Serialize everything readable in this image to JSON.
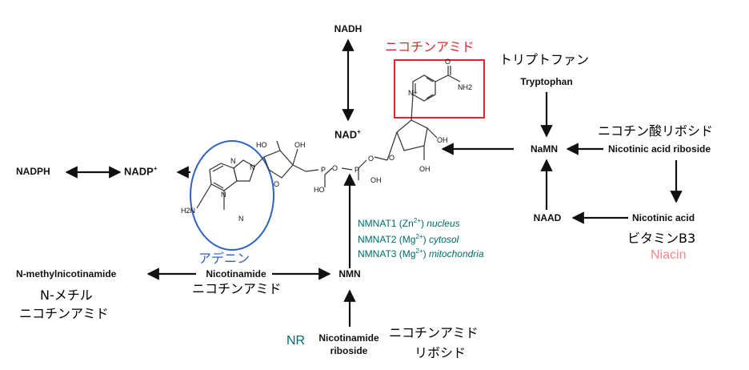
{
  "labels": {
    "nadh": "NADH",
    "nad": "NAD",
    "nad_sup": "+",
    "nadph": "NADPH",
    "nadp": "NADP",
    "nadp_sup": "+",
    "nicotinamide_jp_red": "ニコチンアミド",
    "tryptophan_jp": "トリプトファン",
    "tryptophan_en": "Tryptophan",
    "namn": "NaMN",
    "nar_jp": "ニコチン酸リボシド",
    "nar_en": "Nicotinic acid riboside",
    "naad": "NAAD",
    "nicotinic_acid_en": "Nicotinic acid",
    "vitamin_b3_jp": "ビタミンB3",
    "niacin": "Niacin",
    "adenine_jp": "アデニン",
    "n_methyl_en": "N-methylnicotinamide",
    "n_methyl_jp_1": "N-メチル",
    "n_methyl_jp_2": "ニコチンアミド",
    "nicotinamide_en": "Nicotinamide",
    "nicotinamide_jp": "ニコチンアミド",
    "nmn": "NMN",
    "nr": "NR",
    "nr_en_1": "Nicotinamide",
    "nr_en_2": "riboside",
    "nr_jp_1": "ニコチンアミド",
    "nr_jp_2": "リボシド"
  },
  "enzymes": [
    {
      "name": "NMNAT1",
      "ion": "Zn",
      "charge": "2+",
      "location": "nucleus"
    },
    {
      "name": "NMNAT2",
      "ion": "Mg",
      "charge": "2+",
      "location": "cytosol"
    },
    {
      "name": "NMNAT3",
      "ion": "Mg",
      "charge": "2+",
      "location": "mitochondria"
    }
  ],
  "atoms": {
    "oh": "OH",
    "ho": "HO",
    "o": "O",
    "p": "P",
    "n": "N",
    "n_plus": "N+",
    "nh2": "NH2",
    "h2n": "H2N"
  },
  "colors": {
    "red": "#e3262b",
    "blue": "#2f63c2",
    "teal": "#006b6b",
    "niacin_pink": "#f28b8b"
  }
}
